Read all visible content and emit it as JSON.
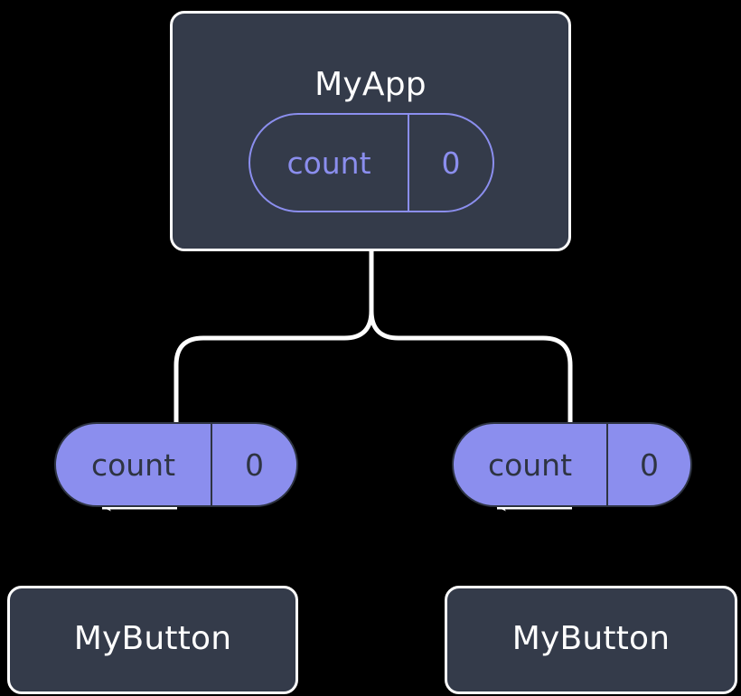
{
  "diagram": {
    "type": "component-state-tree",
    "background_color": "#000000",
    "palette": {
      "component_fill": "#343b4a",
      "component_border": "#ffffff",
      "component_text": "#ffffff",
      "state_accent": "#8b8eee",
      "state_text_on_fill": "#2e3442",
      "connector": "#ffffff"
    },
    "root": {
      "title": "MyApp",
      "state": {
        "key": "count",
        "value": "0",
        "style": "outlined"
      }
    },
    "branches": [
      {
        "state": {
          "key": "count",
          "value": "0",
          "style": "filled"
        },
        "child": {
          "title": "MyButton"
        }
      },
      {
        "state": {
          "key": "count",
          "value": "0",
          "style": "filled"
        },
        "child": {
          "title": "MyButton"
        }
      }
    ],
    "connectors": [
      {
        "name": "root-fork",
        "from": "MyApp",
        "to": [
          "state-left",
          "state-right"
        ],
        "style": "rounded-fork"
      },
      {
        "name": "state-left-to-button",
        "from": "state-left",
        "to": "MyButton (left)",
        "style": "arrow-down"
      },
      {
        "name": "state-right-to-button",
        "from": "state-right",
        "to": "MyButton (right)",
        "style": "arrow-down"
      }
    ]
  }
}
